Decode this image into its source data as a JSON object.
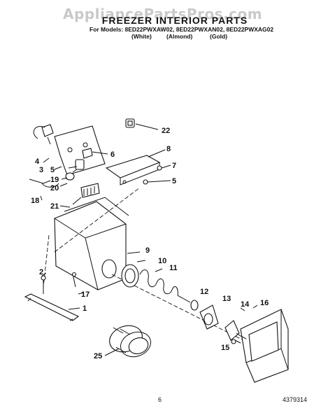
{
  "watermark": "AppliancePartsPros.com",
  "title": "FREEZER INTERIOR PARTS",
  "models_line": "For Models: 8ED22PWXAW02, 8ED22PWXAN02, 8ED22PWXAG02",
  "variants": [
    "(White)",
    "(Almond)",
    "(Gold)"
  ],
  "callouts": {
    "c22": "22",
    "c6": "6",
    "c8": "8",
    "c4": "4",
    "c3": "3",
    "c5a": "5",
    "c7": "7",
    "c19": "19",
    "c5b": "5",
    "c20": "20",
    "c18": "18",
    "c21": "21",
    "c9": "9",
    "c10": "10",
    "c11": "11",
    "c2": "2",
    "c17": "17",
    "c1": "1",
    "c12": "12",
    "c13": "13",
    "c14": "14",
    "c16": "16",
    "c15": "15",
    "c25": "25"
  },
  "footer": {
    "page": "6",
    "doc_number": "4379314"
  }
}
